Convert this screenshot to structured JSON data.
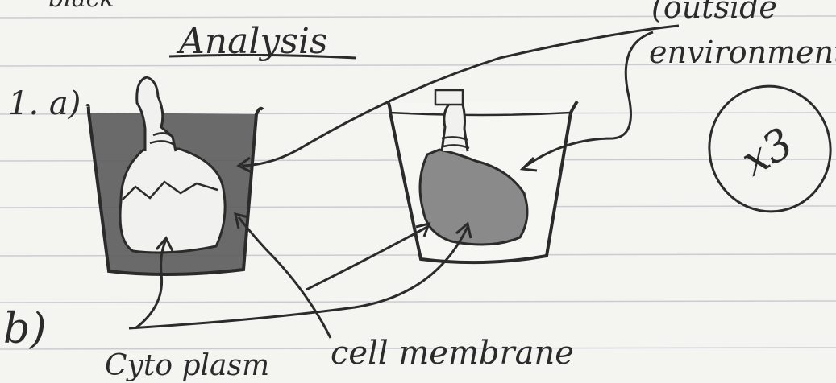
{
  "page": {
    "top_left_fragment": "black",
    "top_right_fragment": "(outside",
    "heading": "Analysis",
    "part_a_label": "1. a)",
    "part_b_label": "b)"
  },
  "labels": {
    "outside_environment": "environment",
    "cytoplasm": "Cyto plasm",
    "cell_membrane": "cell membrane",
    "magnification": "x3"
  },
  "colors": {
    "paper": "#f4f4f1",
    "rule_line": "#c9ccd2",
    "pencil": "#2b2b2b",
    "shading_dark": "#5b5b5b",
    "shading_light": "#8a8a8a"
  }
}
